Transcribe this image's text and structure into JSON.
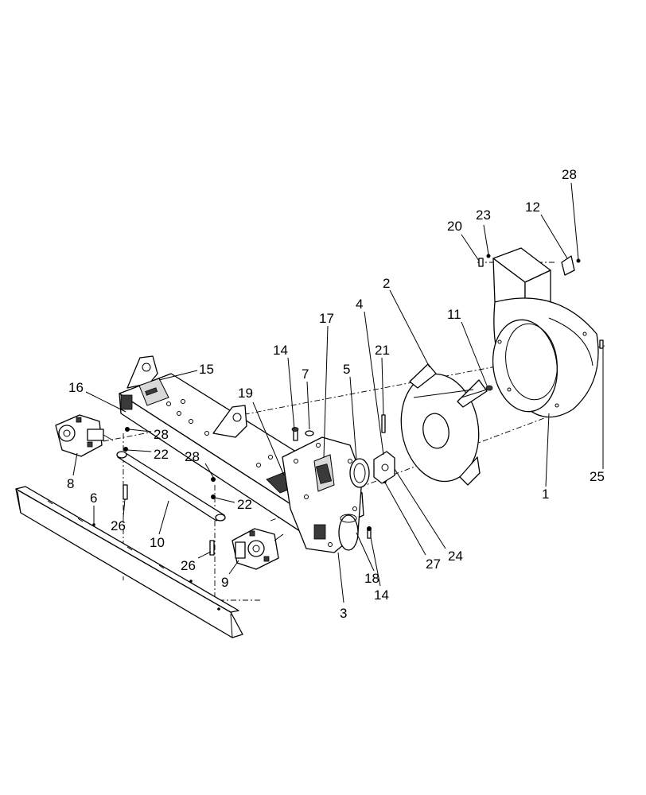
{
  "diagram": {
    "callouts": [
      {
        "id": "c1",
        "text": "1"
      },
      {
        "id": "c2",
        "text": "2"
      },
      {
        "id": "c3",
        "text": "3"
      },
      {
        "id": "c4",
        "text": "4"
      },
      {
        "id": "c5",
        "text": "5"
      },
      {
        "id": "c6",
        "text": "6"
      },
      {
        "id": "c7",
        "text": "7"
      },
      {
        "id": "c8",
        "text": "8"
      },
      {
        "id": "c9",
        "text": "9"
      },
      {
        "id": "c10",
        "text": "10"
      },
      {
        "id": "c11",
        "text": "11"
      },
      {
        "id": "c12",
        "text": "12"
      },
      {
        "id": "c14a",
        "text": "14"
      },
      {
        "id": "c14b",
        "text": "14"
      },
      {
        "id": "c15",
        "text": "15"
      },
      {
        "id": "c16",
        "text": "16"
      },
      {
        "id": "c17",
        "text": "17"
      },
      {
        "id": "c18",
        "text": "18"
      },
      {
        "id": "c19",
        "text": "19"
      },
      {
        "id": "c20",
        "text": "20"
      },
      {
        "id": "c21",
        "text": "21"
      },
      {
        "id": "c22a",
        "text": "22"
      },
      {
        "id": "c22b",
        "text": "22"
      },
      {
        "id": "c23",
        "text": "23"
      },
      {
        "id": "c24",
        "text": "24"
      },
      {
        "id": "c25",
        "text": "25"
      },
      {
        "id": "c26a",
        "text": "26"
      },
      {
        "id": "c26b",
        "text": "26"
      },
      {
        "id": "c27",
        "text": "27"
      },
      {
        "id": "c28a",
        "text": "28"
      },
      {
        "id": "c28b",
        "text": "28"
      },
      {
        "id": "c28c",
        "text": "28"
      }
    ]
  }
}
